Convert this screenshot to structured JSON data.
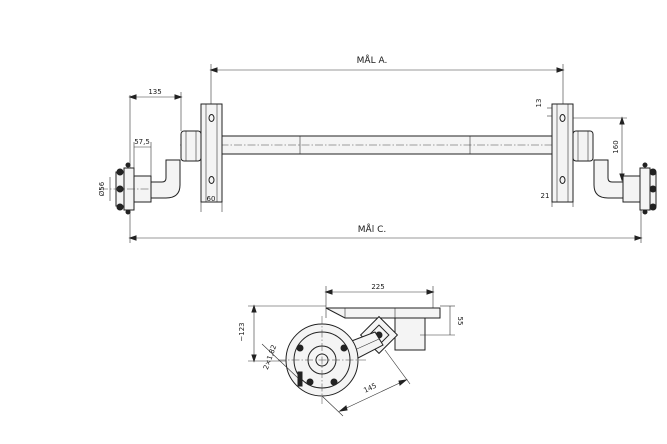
{
  "top_view": {
    "label_a": "MÅL A.",
    "label_c": "MÅl C.",
    "dim_135": "135",
    "dim_57_5": "57,5",
    "dim_diameter": "Ø56",
    "dim_60": "60",
    "dim_13": "13",
    "dim_160": "160",
    "dim_21": "21"
  },
  "side_view": {
    "dim_225": "225",
    "dim_55": "55",
    "dim_123": "~123",
    "dim_circle": "2×1,82",
    "dim_145": "145"
  }
}
